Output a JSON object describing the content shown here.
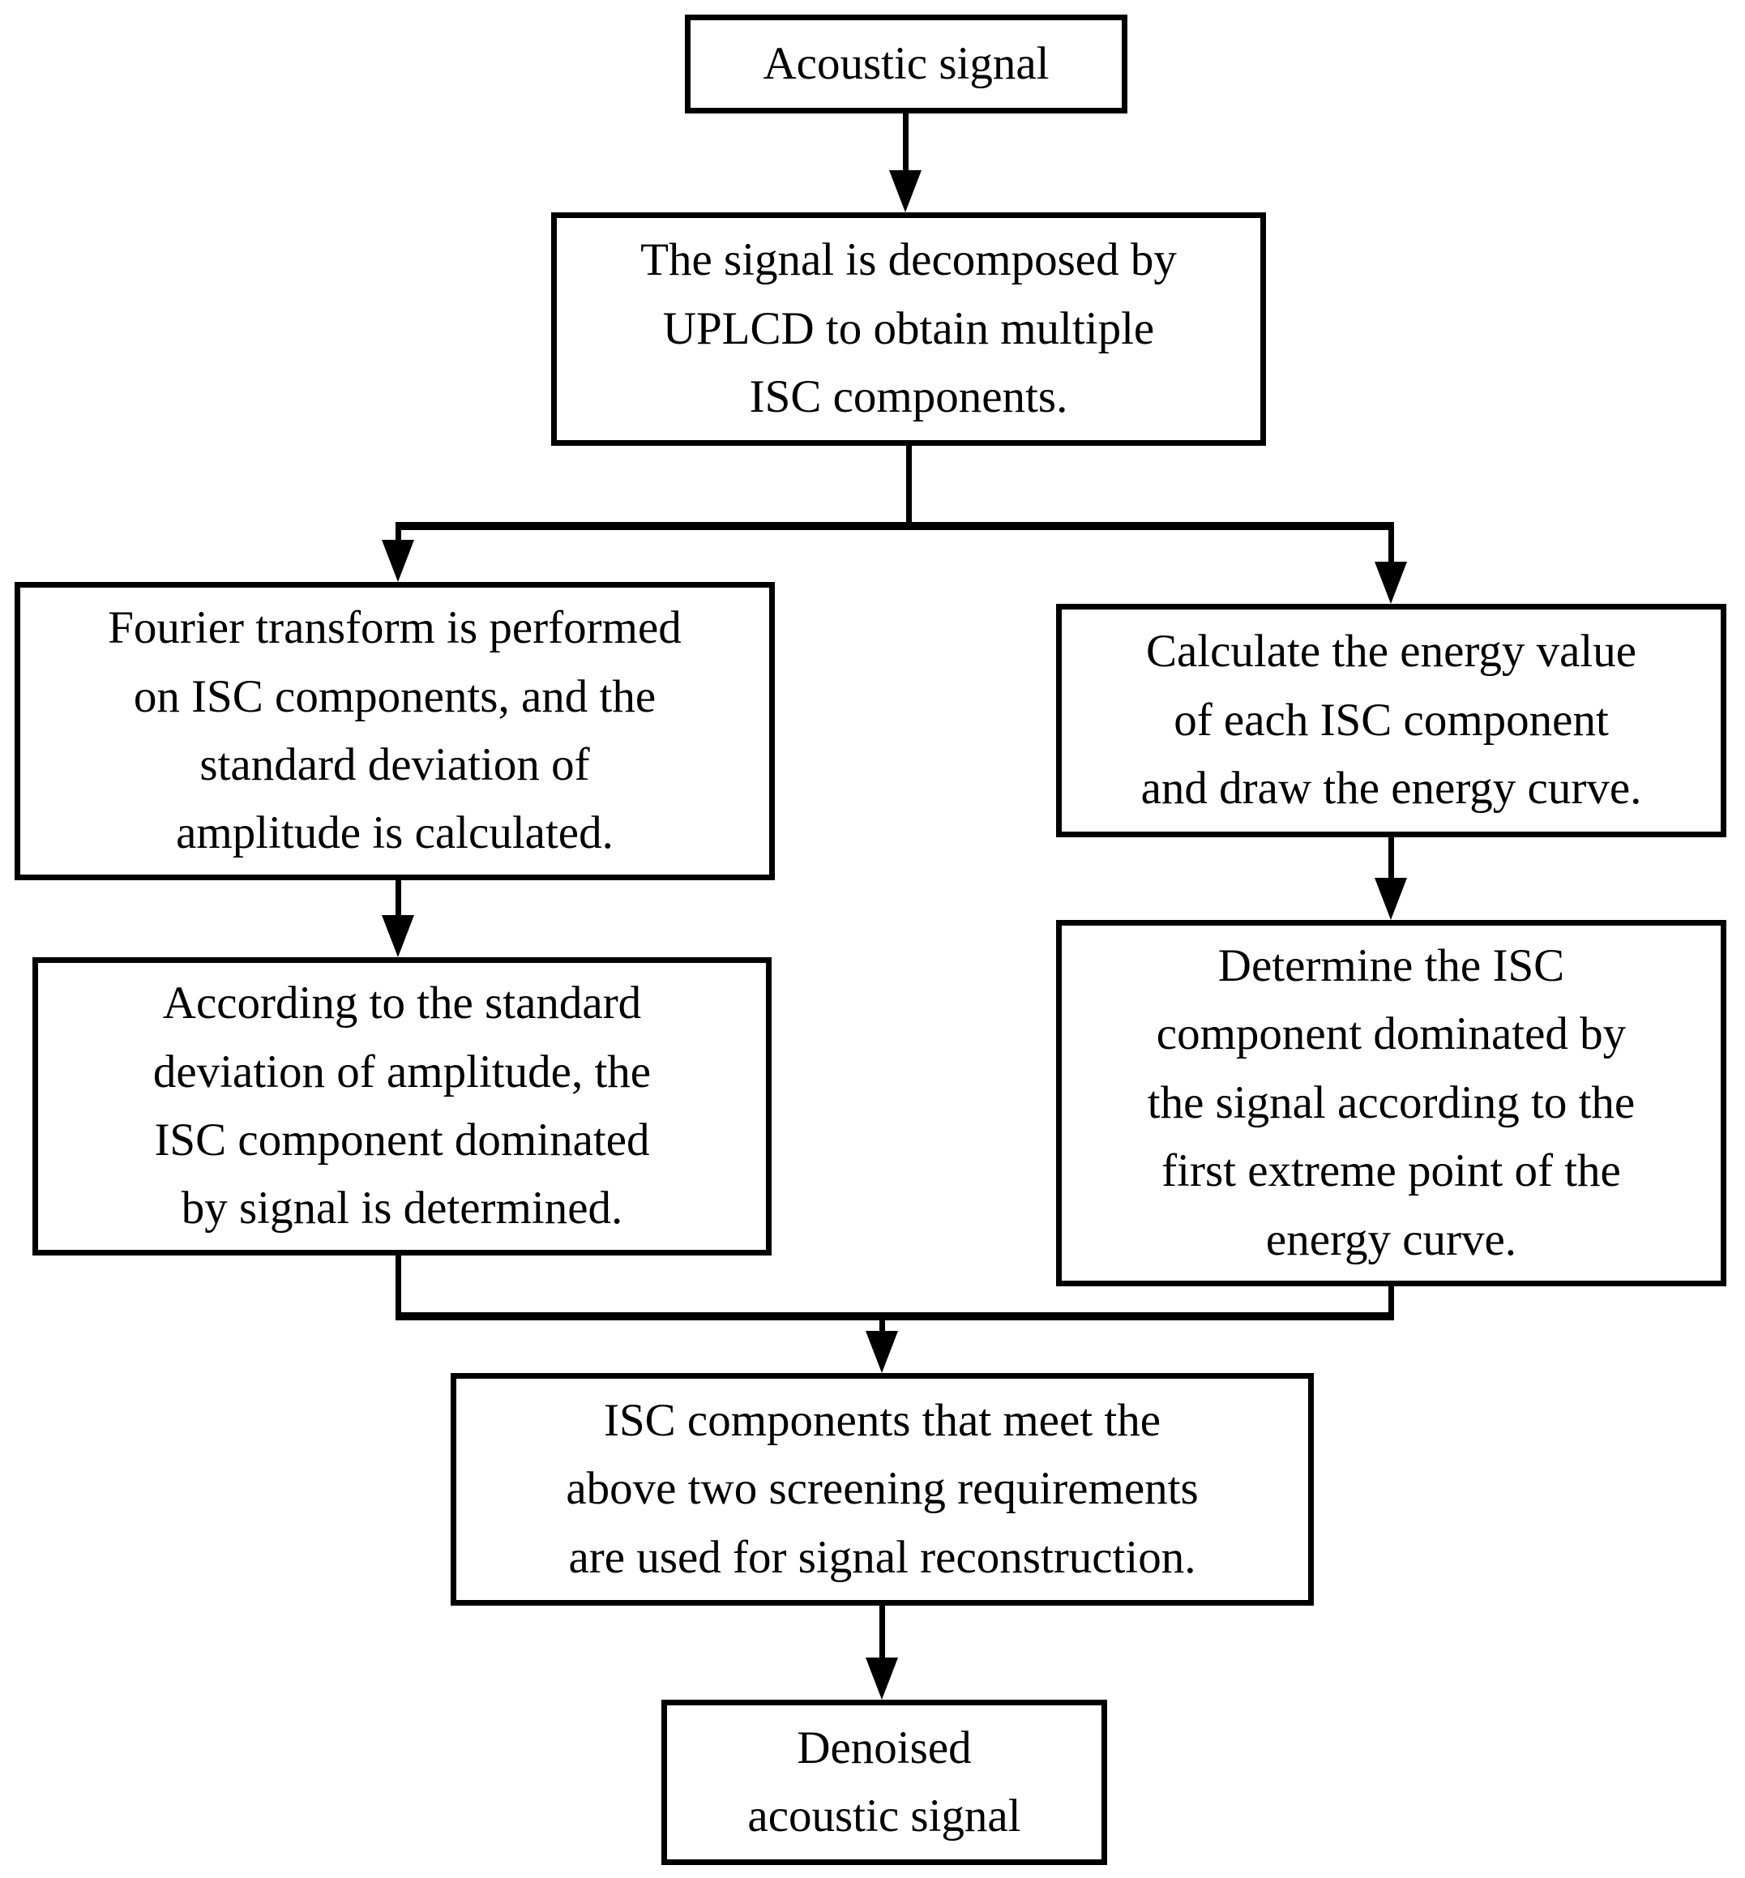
{
  "colors": {
    "foreground": "#000000",
    "background": "#ffffff",
    "box_fill": "#ffffff"
  },
  "flowchart": {
    "nodes": {
      "acoustic_signal": "Acoustic signal",
      "uplcd_decomposition": "The signal is decomposed by\nUPLCD to obtain multiple\nISC components.",
      "fourier_std": "Fourier transform is performed\non ISC components, and the\nstandard deviation of\namplitude is calculated.",
      "energy_curve": "Calculate the energy value\nof each ISC component\nand draw the energy curve.",
      "std_screening": "According to the standard\ndeviation of amplitude, the\nISC component dominated\nby signal is determined.",
      "energy_screening": "Determine the ISC\ncomponent dominated by\nthe signal according to the\nfirst extreme point of the\nenergy curve.",
      "signal_reconstruction": "ISC components that meet the\nabove two screening requirements\nare used for signal reconstruction.",
      "denoised_signal": "Denoised\nacoustic signal"
    },
    "edges": [
      {
        "from": "acoustic_signal",
        "to": "uplcd_decomposition"
      },
      {
        "from": "uplcd_decomposition",
        "to": "fourier_std"
      },
      {
        "from": "uplcd_decomposition",
        "to": "energy_curve"
      },
      {
        "from": "fourier_std",
        "to": "std_screening"
      },
      {
        "from": "energy_curve",
        "to": "energy_screening"
      },
      {
        "from": "std_screening",
        "to": "signal_reconstruction"
      },
      {
        "from": "energy_screening",
        "to": "signal_reconstruction"
      },
      {
        "from": "signal_reconstruction",
        "to": "denoised_signal"
      }
    ]
  }
}
